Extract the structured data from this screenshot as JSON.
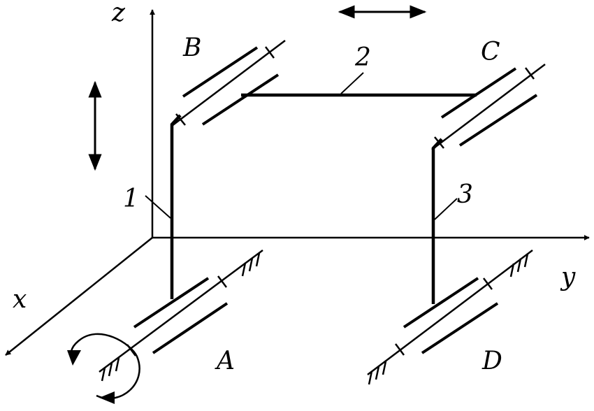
{
  "axes": {
    "x": "x",
    "y": "y",
    "z": "z"
  },
  "points": {
    "A": "A",
    "B": "B",
    "C": "C",
    "D": "D"
  },
  "links": {
    "l1": "1",
    "l2": "2",
    "l3": "3"
  },
  "colors": {
    "stroke": "#000000",
    "background": "#ffffff"
  }
}
